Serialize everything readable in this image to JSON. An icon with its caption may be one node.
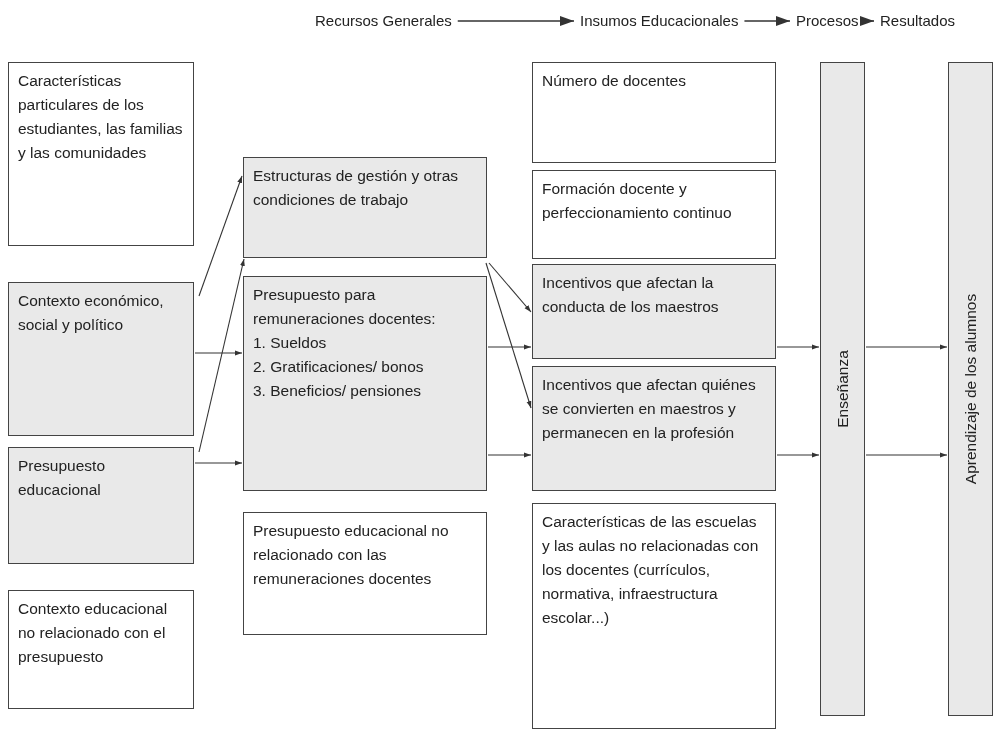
{
  "diagram": {
    "nodes": [
      {
        "text": [
          "Recursos Generales"
        ]
      },
      {
        "text": [
          "Insumos Educacionales"
        ]
      },
      {
        "text": [
          "Procesos"
        ]
      },
      {
        "text": [
          "Resultados"
        ]
      },
      {
        "text": [
          "Características particulares de los estudiantes, las familias y las comunidades"
        ]
      },
      {
        "text": [
          "Contexto económico, social y político"
        ]
      },
      {
        "text": [
          "Presupuesto educacional"
        ]
      },
      {
        "text": [
          "Contexto educacional no relacionado con el presupuesto"
        ]
      },
      {
        "text": [
          "Estructuras de gestión y otras condiciones de trabajo"
        ]
      },
      {
        "text": [
          "Presupuesto para remuneraciones docentes:",
          "1. Sueldos",
          "2. Gratificaciones/ bonos",
          "3. Beneficios/ pensiones"
        ]
      },
      {
        "text": [
          "Presupuesto educacional no relacionado con las remuneraciones docentes"
        ]
      },
      {
        "text": [
          "Número de docentes"
        ]
      },
      {
        "text": [
          "Formación docente y perfeccionamiento continuo"
        ]
      },
      {
        "text": [
          "Incentivos que afectan la conducta de los maestros"
        ]
      },
      {
        "text": [
          "Incentivos que afectan quiénes se convierten en maestros y permanecen en la profesión"
        ]
      },
      {
        "text": [
          "Características de las escuelas y las aulas no relacionadas con los docentes (currículos, normativa, infraestructura escolar...)"
        ]
      },
      {
        "text": [
          "Enseñanza"
        ]
      },
      {
        "text": [
          "Aprendizaje de los alumnos"
        ]
      }
    ],
    "edges": [
      {
        "from": 0,
        "to": 1,
        "arrow": "to"
      },
      {
        "from": 1,
        "to": 2,
        "arrow": "to"
      },
      {
        "from": 2,
        "to": 3,
        "arrow": "to"
      },
      {
        "from": 5,
        "to": 8,
        "arrow": "to"
      },
      {
        "from": 5,
        "to": 9,
        "arrow": "to"
      },
      {
        "from": 6,
        "to": 8,
        "arrow": "to"
      },
      {
        "from": 6,
        "to": 9,
        "arrow": "to"
      },
      {
        "from": 8,
        "to": 13,
        "arrow": "to"
      },
      {
        "from": 8,
        "to": 14,
        "arrow": "to"
      },
      {
        "from": 9,
        "to": 13,
        "arrow": "to"
      },
      {
        "from": 9,
        "to": 14,
        "arrow": "to"
      },
      {
        "from": 13,
        "to": 16,
        "arrow": "to"
      },
      {
        "from": 14,
        "to": 16,
        "arrow": "to"
      },
      {
        "from": 16,
        "to": 17,
        "arrow": "to"
      },
      {
        "from": 16,
        "to": 17,
        "arrow": "to"
      }
    ]
  }
}
